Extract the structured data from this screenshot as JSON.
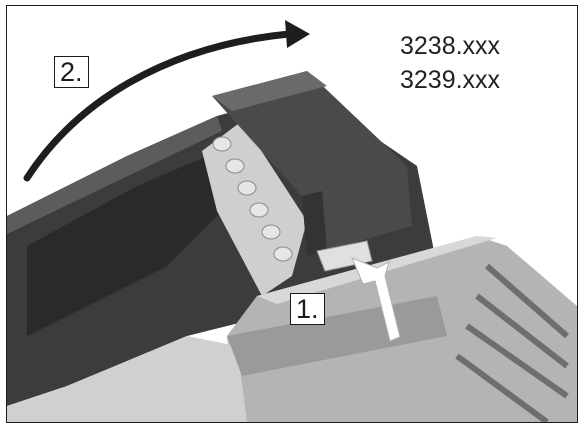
{
  "figure": {
    "part_numbers": [
      "3238.xxx",
      "3239.xxx"
    ],
    "steps": [
      {
        "label": "2."
      },
      {
        "label": "1."
      }
    ],
    "colors": {
      "housing_dark": "#3a3a3a",
      "housing_mid": "#5a5a5a",
      "plug_dark": "#404040",
      "contacts_light": "#c8c8c8",
      "grille_light": "#a8a8a8",
      "arrow": "#ffffff",
      "rotation_arrow": "#1e1e1e"
    }
  }
}
